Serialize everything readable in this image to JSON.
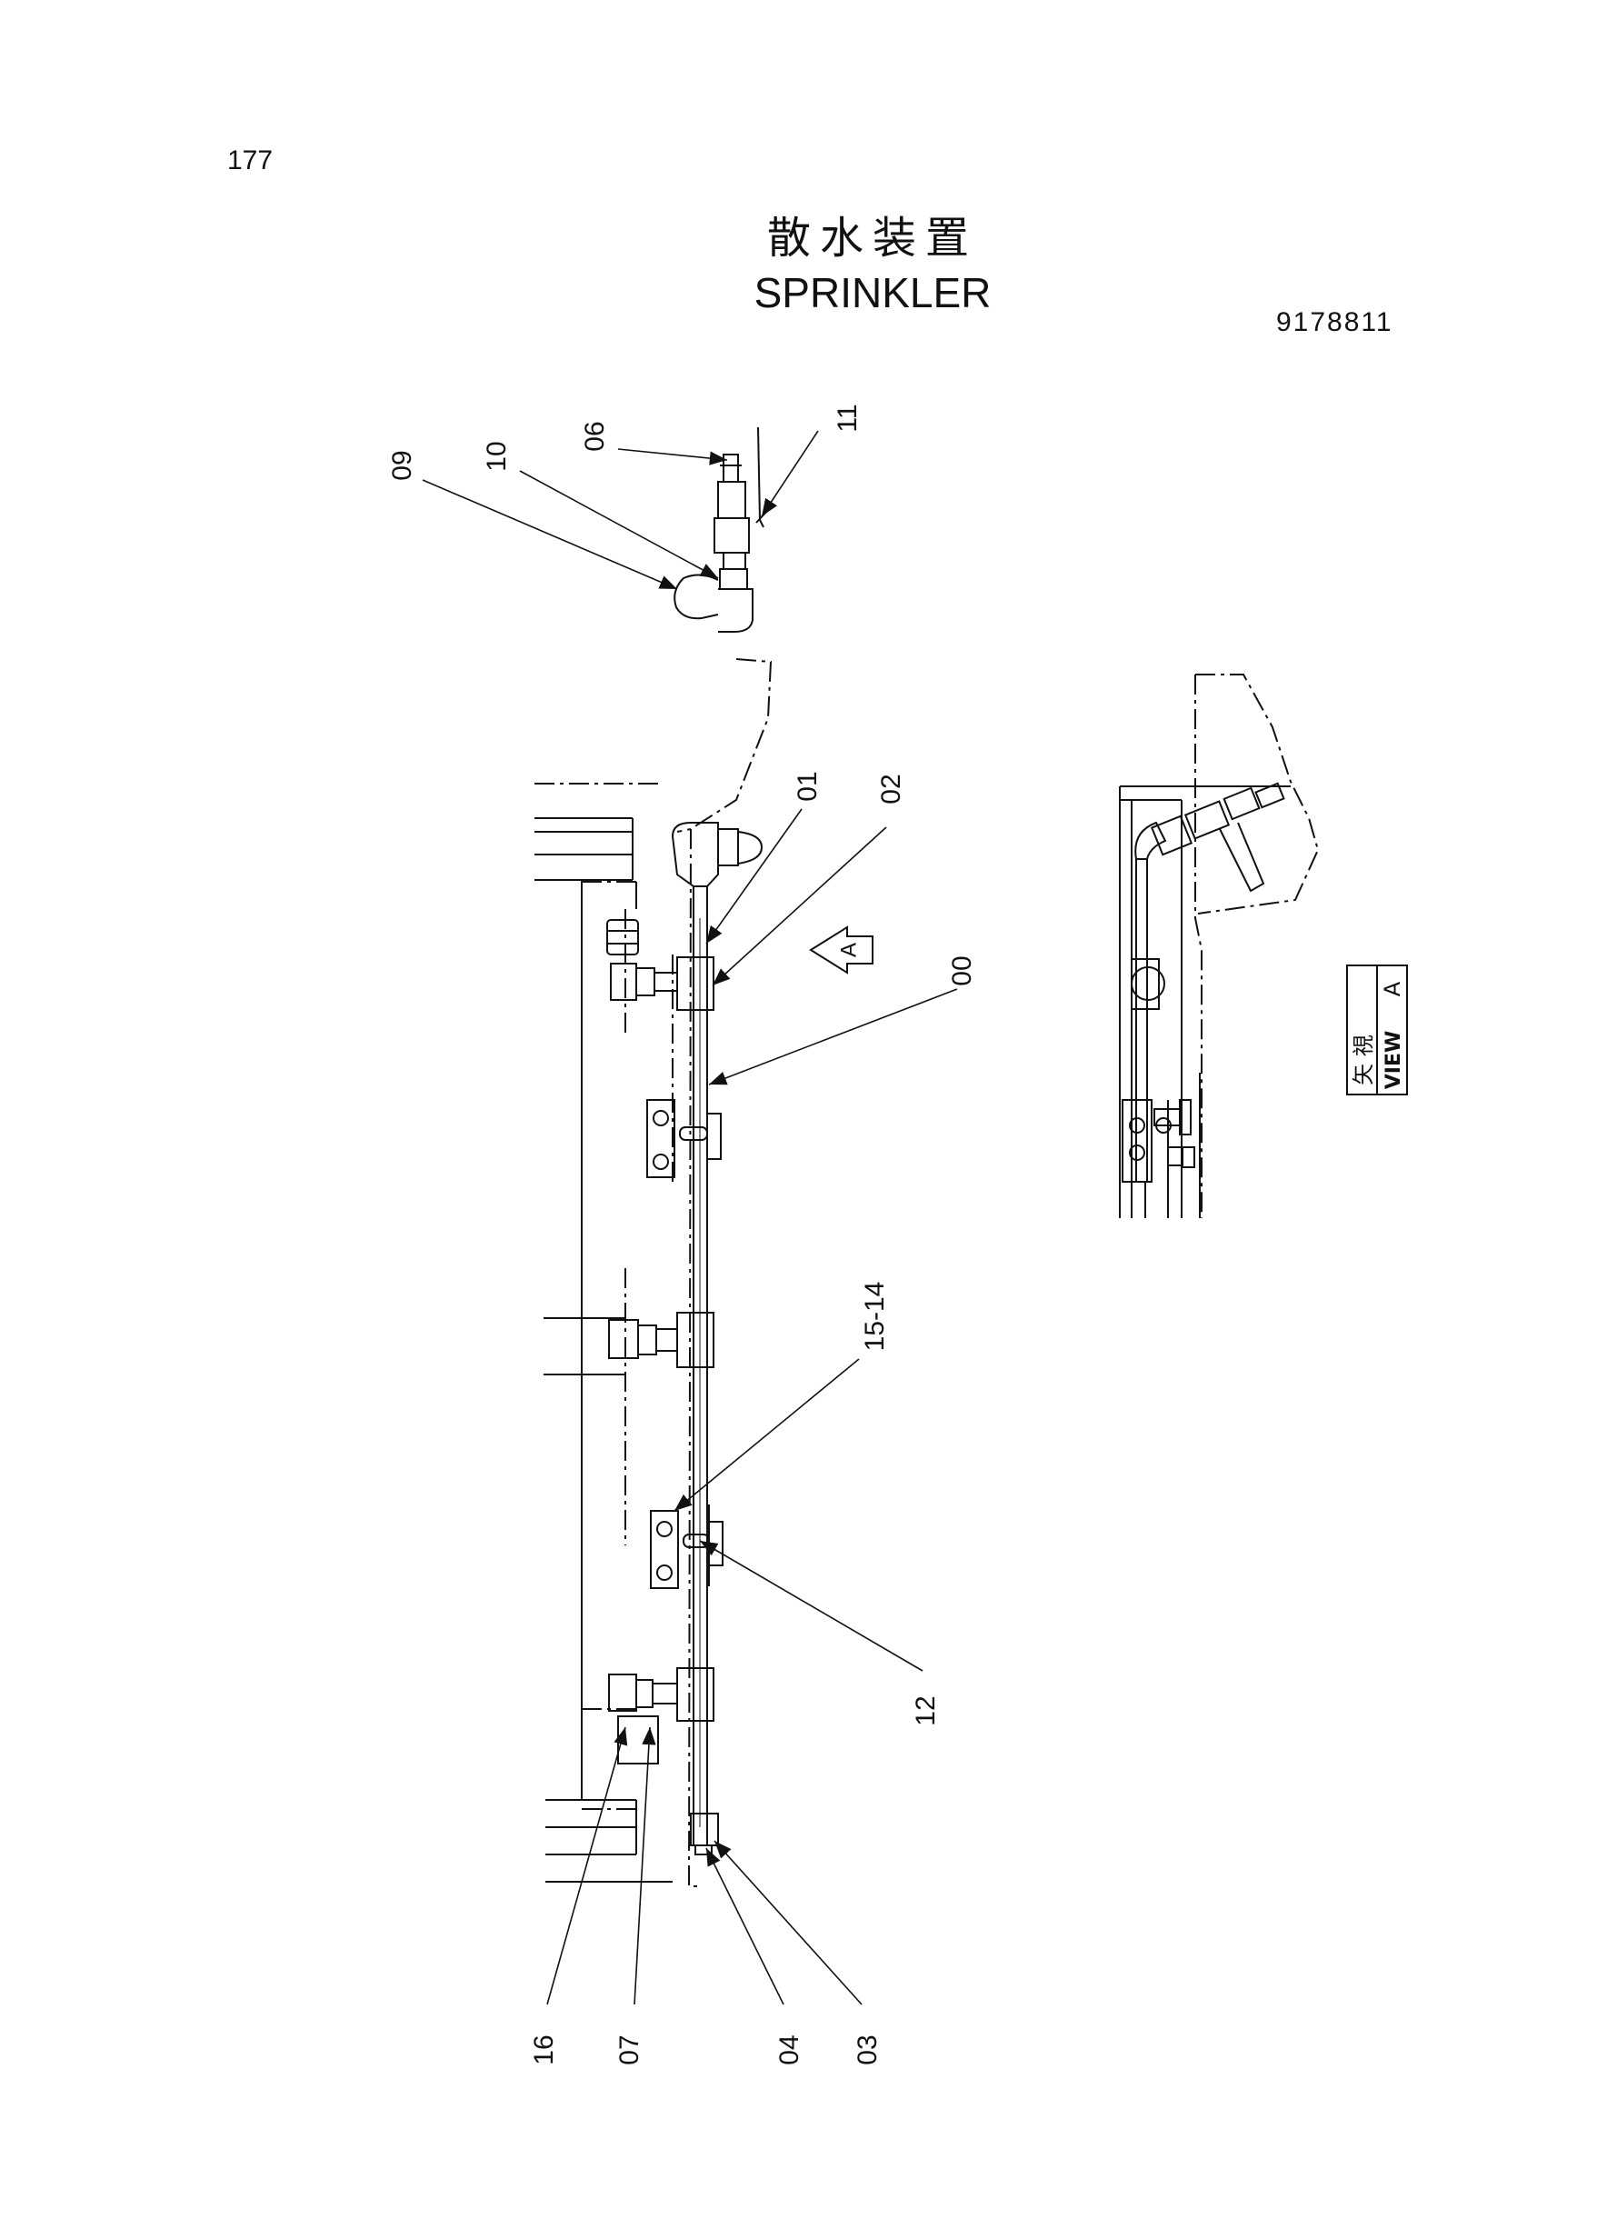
{
  "header": {
    "page_number": "177",
    "title_jp": "散水装置",
    "title_en": "SPRINKLER",
    "drawing_number": "9178811"
  },
  "callouts": {
    "c00": "00",
    "c01": "01",
    "c02": "02",
    "c03": "03",
    "c04": "04",
    "c06": "06",
    "c07": "07",
    "c09": "09",
    "c10": "10",
    "c11": "11",
    "c12": "12",
    "c1514": "15-14",
    "c16": "16"
  },
  "view_marker": {
    "letter": "A"
  },
  "view_label": {
    "jp": "矢 視",
    "en": "VIEW",
    "letter": "A"
  }
}
